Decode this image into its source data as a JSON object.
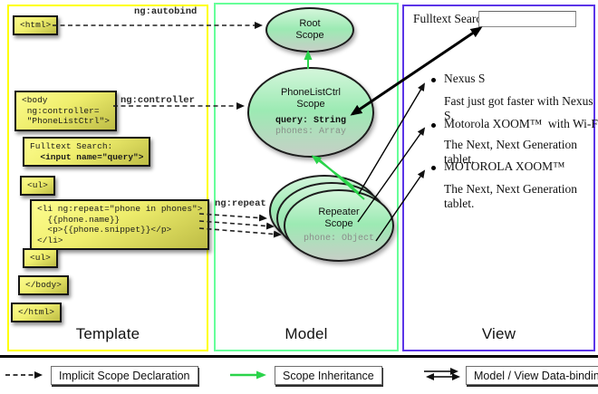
{
  "template_panel": {
    "title": "Template",
    "code": {
      "html_open": "<html>",
      "body_open": "<body\n ng:controller=\n \"PhoneListCtrl\">",
      "fulltext_label": "Fulltext Search:",
      "fulltext_input": "  <input name=\"query\">",
      "ul_open": "<ul>",
      "li_repeat": "<li ng:repeat=\"phone in phones\">\n  {{phone.name}}\n  <p>{{phone.snippet}}</p>\n</li>",
      "ul_close": "<ul>",
      "body_close": "</body>",
      "html_close": "</html>"
    },
    "labels": {
      "autobind": "ng:autobind",
      "controller": "ng:controller",
      "repeat": "ng:repeat"
    }
  },
  "model_panel": {
    "title": "Model",
    "root_scope": {
      "name": "Root\nScope"
    },
    "phonelist_scope": {
      "name": "PhoneListCtrl\nScope",
      "prop1": "query: String",
      "prop2": "phones: Array"
    },
    "repeater_scope": {
      "name": "Repeater\nScope",
      "prop1": "phone: Object"
    }
  },
  "view_panel": {
    "title": "View",
    "search_label": "Fulltext Search:",
    "search_value": "",
    "items": [
      {
        "name": "Nexus S",
        "desc": "Fast just got faster with Nexus S."
      },
      {
        "name": "Motorola XOOM™  with Wi-Fi",
        "desc": "The Next, Next Generation tablet."
      },
      {
        "name": "MOTOROLA XOOM™",
        "desc": "The Next, Next Generation tablet."
      }
    ]
  },
  "legend": {
    "implicit": "Implicit Scope Declaration",
    "inheritance": "Scope Inheritance",
    "binding": "Model / View Data-binding"
  },
  "colors": {
    "template_border": "#ffff00",
    "model_border": "#66ff99",
    "view_border": "#5b35e8",
    "inheritance_green": "#2ad34a",
    "code_yellow": "#efee6d"
  }
}
